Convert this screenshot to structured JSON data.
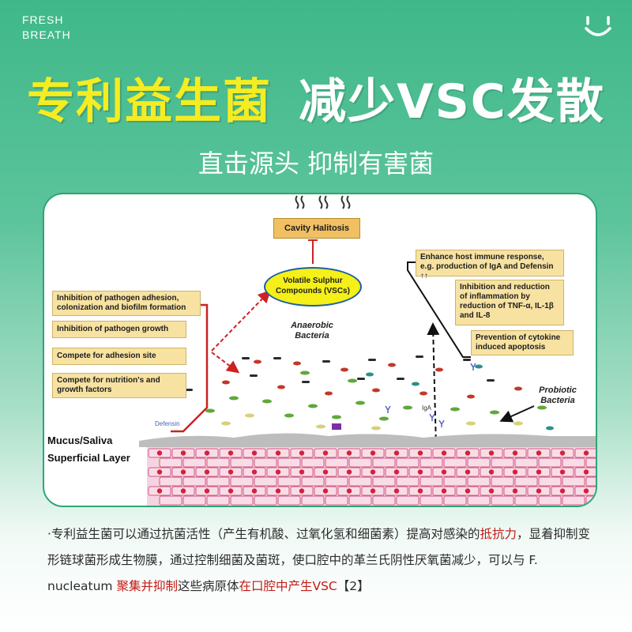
{
  "brand": {
    "line1": "FRESH",
    "line2": "BREATH"
  },
  "icons": {
    "top_right": "smile-face-icon"
  },
  "headline": {
    "part_yellow": "专利益生菌",
    "part_white": "减少VSC发散"
  },
  "subheadline": "直击源头 抑制有害菌",
  "diagram": {
    "cavity": "Cavity Halitosis",
    "vsc": {
      "line1": "Volatile Sulphur",
      "line2": "Compounds (VSCs)"
    },
    "left_boxes": [
      "Inhibition of pathogen adhesion, colonization and biofilm formation",
      "Inhibition of pathogen growth",
      "Compete for adhesion site",
      "Compete for nutrition's and growth factors"
    ],
    "right_boxes": [
      "Enhance host immune response, e.g. production of IgA and Defensin ↑↑",
      "Inhibition and reduction of inflammation by reduction of TNF-α, IL-1β and IL-8",
      "Prevention of cytokine induced apoptosis"
    ],
    "anaerobic": {
      "line1": "Anaerobic",
      "line2": "Bacteria"
    },
    "probiotic": {
      "line1": "Probiotic",
      "line2": "Bacteria"
    },
    "defensin": "Defensin",
    "iga": "IgA",
    "mucus": "Mucus/Saliva",
    "superficial": "Superficial Layer"
  },
  "description": {
    "bullet": "·",
    "s1": "专利益生菌可以通过抗菌活性（产生有机酸、过氧化氢和细菌素）提高对感染的",
    "s2_red": "抵抗力",
    "s3": "，显着抑制变形链球菌形成生物膜，通过控制细菌及菌斑，使口腔中的革兰氏阴性厌氧菌减少，可以与 F. nucleatum ",
    "s4_red": "聚集并抑制",
    "s5": "这些病原体",
    "s6_red": "在口腔中产生VSC",
    "s7": "【2】"
  },
  "colors": {
    "accent_green": "#3fb889",
    "title_yellow": "#f5ec22",
    "highlight_red": "#c11b17"
  }
}
